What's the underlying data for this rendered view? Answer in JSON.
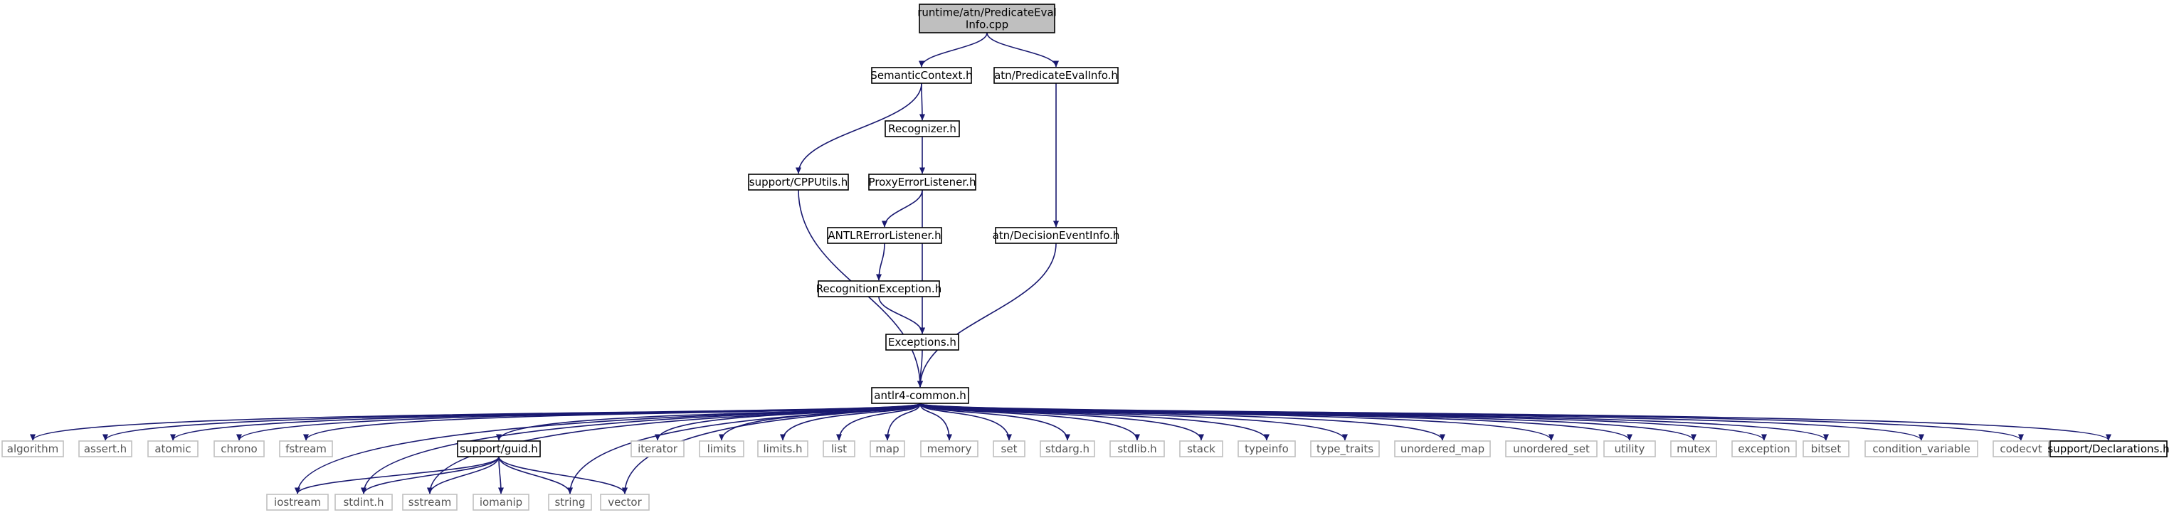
{
  "graph": {
    "colors": {
      "edge": "#191970",
      "root_fill": "#bfbfbf",
      "internal_stroke": "#000000",
      "external_stroke": "#bfbfbf"
    },
    "nodes": [
      {
        "id": "root",
        "lines": [
          "runtime/atn/PredicateEval",
          "Info.cpp"
        ],
        "kind": "root"
      },
      {
        "id": "semctx",
        "lines": [
          "SemanticContext.h"
        ],
        "kind": "internal"
      },
      {
        "id": "predinfo",
        "lines": [
          "atn/PredicateEvalInfo.h"
        ],
        "kind": "internal"
      },
      {
        "id": "recognizer",
        "lines": [
          "Recognizer.h"
        ],
        "kind": "internal"
      },
      {
        "id": "cpputils",
        "lines": [
          "support/CPPUtils.h"
        ],
        "kind": "internal"
      },
      {
        "id": "proxy",
        "lines": [
          "ProxyErrorListener.h"
        ],
        "kind": "internal"
      },
      {
        "id": "antlrerr",
        "lines": [
          "ANTLRErrorListener.h"
        ],
        "kind": "internal"
      },
      {
        "id": "decision",
        "lines": [
          "atn/DecisionEventInfo.h"
        ],
        "kind": "internal"
      },
      {
        "id": "recexc",
        "lines": [
          "RecognitionException.h"
        ],
        "kind": "internal"
      },
      {
        "id": "exceptions",
        "lines": [
          "Exceptions.h"
        ],
        "kind": "internal"
      },
      {
        "id": "common",
        "lines": [
          "antlr4-common.h"
        ],
        "kind": "internal"
      },
      {
        "id": "algorithm",
        "lines": [
          "algorithm"
        ],
        "kind": "external"
      },
      {
        "id": "assert",
        "lines": [
          "assert.h"
        ],
        "kind": "external"
      },
      {
        "id": "atomic",
        "lines": [
          "atomic"
        ],
        "kind": "external"
      },
      {
        "id": "chrono",
        "lines": [
          "chrono"
        ],
        "kind": "external"
      },
      {
        "id": "fstream",
        "lines": [
          "fstream"
        ],
        "kind": "external"
      },
      {
        "id": "guid",
        "lines": [
          "support/guid.h"
        ],
        "kind": "internal"
      },
      {
        "id": "iterator",
        "lines": [
          "iterator"
        ],
        "kind": "external"
      },
      {
        "id": "limits",
        "lines": [
          "limits"
        ],
        "kind": "external"
      },
      {
        "id": "limitsh",
        "lines": [
          "limits.h"
        ],
        "kind": "external"
      },
      {
        "id": "list",
        "lines": [
          "list"
        ],
        "kind": "external"
      },
      {
        "id": "map",
        "lines": [
          "map"
        ],
        "kind": "external"
      },
      {
        "id": "memory",
        "lines": [
          "memory"
        ],
        "kind": "external"
      },
      {
        "id": "set",
        "lines": [
          "set"
        ],
        "kind": "external"
      },
      {
        "id": "stdarg",
        "lines": [
          "stdarg.h"
        ],
        "kind": "external"
      },
      {
        "id": "stdlib",
        "lines": [
          "stdlib.h"
        ],
        "kind": "external"
      },
      {
        "id": "stack",
        "lines": [
          "stack"
        ],
        "kind": "external"
      },
      {
        "id": "typeinfo",
        "lines": [
          "typeinfo"
        ],
        "kind": "external"
      },
      {
        "id": "typetraits",
        "lines": [
          "type_traits"
        ],
        "kind": "external"
      },
      {
        "id": "umap",
        "lines": [
          "unordered_map"
        ],
        "kind": "external"
      },
      {
        "id": "uset",
        "lines": [
          "unordered_set"
        ],
        "kind": "external"
      },
      {
        "id": "utility",
        "lines": [
          "utility"
        ],
        "kind": "external"
      },
      {
        "id": "mutex",
        "lines": [
          "mutex"
        ],
        "kind": "external"
      },
      {
        "id": "exception",
        "lines": [
          "exception"
        ],
        "kind": "external"
      },
      {
        "id": "bitset",
        "lines": [
          "bitset"
        ],
        "kind": "external"
      },
      {
        "id": "condvar",
        "lines": [
          "condition_variable"
        ],
        "kind": "external"
      },
      {
        "id": "codecvt",
        "lines": [
          "codecvt"
        ],
        "kind": "external"
      },
      {
        "id": "decl",
        "lines": [
          "support/Declarations.h"
        ],
        "kind": "internal"
      },
      {
        "id": "iostream",
        "lines": [
          "iostream"
        ],
        "kind": "external"
      },
      {
        "id": "stdint",
        "lines": [
          "stdint.h"
        ],
        "kind": "external"
      },
      {
        "id": "sstream",
        "lines": [
          "sstream"
        ],
        "kind": "external"
      },
      {
        "id": "iomanip",
        "lines": [
          "iomanip"
        ],
        "kind": "external"
      },
      {
        "id": "string",
        "lines": [
          "string"
        ],
        "kind": "external"
      },
      {
        "id": "vector",
        "lines": [
          "vector"
        ],
        "kind": "external"
      }
    ],
    "edges": [
      [
        "root",
        "semctx"
      ],
      [
        "root",
        "predinfo"
      ],
      [
        "semctx",
        "recognizer"
      ],
      [
        "semctx",
        "cpputils"
      ],
      [
        "recognizer",
        "proxy"
      ],
      [
        "proxy",
        "antlrerr"
      ],
      [
        "proxy",
        "exceptions"
      ],
      [
        "antlrerr",
        "recexc"
      ],
      [
        "recexc",
        "exceptions"
      ],
      [
        "predinfo",
        "decision"
      ],
      [
        "decision",
        "common"
      ],
      [
        "cpputils",
        "common"
      ],
      [
        "exceptions",
        "common"
      ],
      [
        "common",
        "algorithm"
      ],
      [
        "common",
        "assert"
      ],
      [
        "common",
        "atomic"
      ],
      [
        "common",
        "chrono"
      ],
      [
        "common",
        "fstream"
      ],
      [
        "common",
        "iostream"
      ],
      [
        "common",
        "stdint"
      ],
      [
        "common",
        "sstream"
      ],
      [
        "common",
        "guid"
      ],
      [
        "common",
        "string"
      ],
      [
        "common",
        "vector"
      ],
      [
        "common",
        "iterator"
      ],
      [
        "common",
        "limits"
      ],
      [
        "common",
        "limitsh"
      ],
      [
        "common",
        "list"
      ],
      [
        "common",
        "map"
      ],
      [
        "common",
        "memory"
      ],
      [
        "common",
        "set"
      ],
      [
        "common",
        "stdarg"
      ],
      [
        "common",
        "stdlib"
      ],
      [
        "common",
        "stack"
      ],
      [
        "common",
        "typeinfo"
      ],
      [
        "common",
        "typetraits"
      ],
      [
        "common",
        "umap"
      ],
      [
        "common",
        "uset"
      ],
      [
        "common",
        "utility"
      ],
      [
        "common",
        "mutex"
      ],
      [
        "common",
        "exception"
      ],
      [
        "common",
        "bitset"
      ],
      [
        "common",
        "condvar"
      ],
      [
        "common",
        "codecvt"
      ],
      [
        "common",
        "decl"
      ],
      [
        "guid",
        "iostream"
      ],
      [
        "guid",
        "stdint"
      ],
      [
        "guid",
        "sstream"
      ],
      [
        "guid",
        "iomanip"
      ],
      [
        "guid",
        "string"
      ],
      [
        "guid",
        "vector"
      ]
    ]
  }
}
